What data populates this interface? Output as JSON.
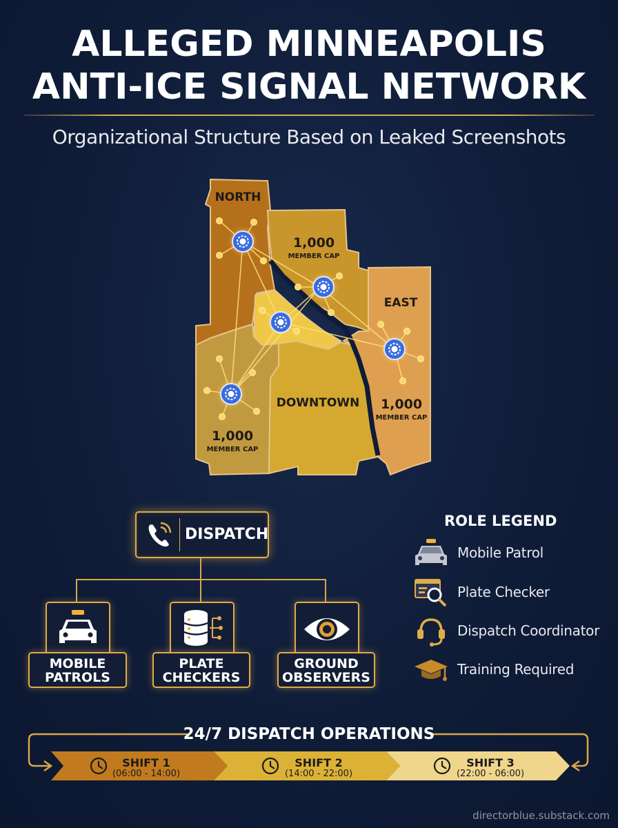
{
  "title": {
    "line1": "ALLEGED MINNEAPOLIS",
    "line2": "ANTI-ICE SIGNAL NETWORK",
    "subtitle": "Organizational Structure Based on Leaked Screenshots"
  },
  "map": {
    "regions": {
      "north": "NORTH",
      "east": "EAST",
      "downtown": "DOWNTOWN"
    },
    "caps": {
      "value": "1,000",
      "label": "MEMBER CAP"
    },
    "colors": {
      "north": "#b8731c",
      "northeast": "#c99a2a",
      "east": "#e0a050",
      "downtown": "#d6aa32",
      "southwest": "#c49a3e",
      "center": "#f0c94a",
      "node": "#3568d8",
      "river": "#0f1c37"
    }
  },
  "org": {
    "dispatch_label": "DISPATCH",
    "teams": [
      {
        "line1": "MOBILE",
        "line2": "PATROLS",
        "icon": "police-car-icon"
      },
      {
        "line1": "PLATE",
        "line2": "CHECKERS",
        "icon": "database-icon"
      },
      {
        "line1": "GROUND",
        "line2": "OBSERVERS",
        "icon": "eye-icon"
      }
    ]
  },
  "legend": {
    "title": "ROLE LEGEND",
    "items": [
      {
        "label": "Mobile Patrol",
        "icon": "police-car-icon"
      },
      {
        "label": "Plate Checker",
        "icon": "plate-search-icon"
      },
      {
        "label": "Dispatch Coordinator",
        "icon": "headset-icon"
      },
      {
        "label": "Training Required",
        "icon": "graduation-cap-icon"
      }
    ]
  },
  "operations": {
    "title": "24/7 DISPATCH OPERATIONS",
    "shifts": [
      {
        "name": "SHIFT 1",
        "time": "(06:00 - 14:00)",
        "color": "#c27a1e"
      },
      {
        "name": "SHIFT 2",
        "time": "(14:00 - 22:00)",
        "color": "#dcb236"
      },
      {
        "name": "SHIFT 3",
        "time": "(22:00 - 06:00)",
        "color": "#f0d58c"
      }
    ]
  },
  "credit": "directorblue.substack.com"
}
